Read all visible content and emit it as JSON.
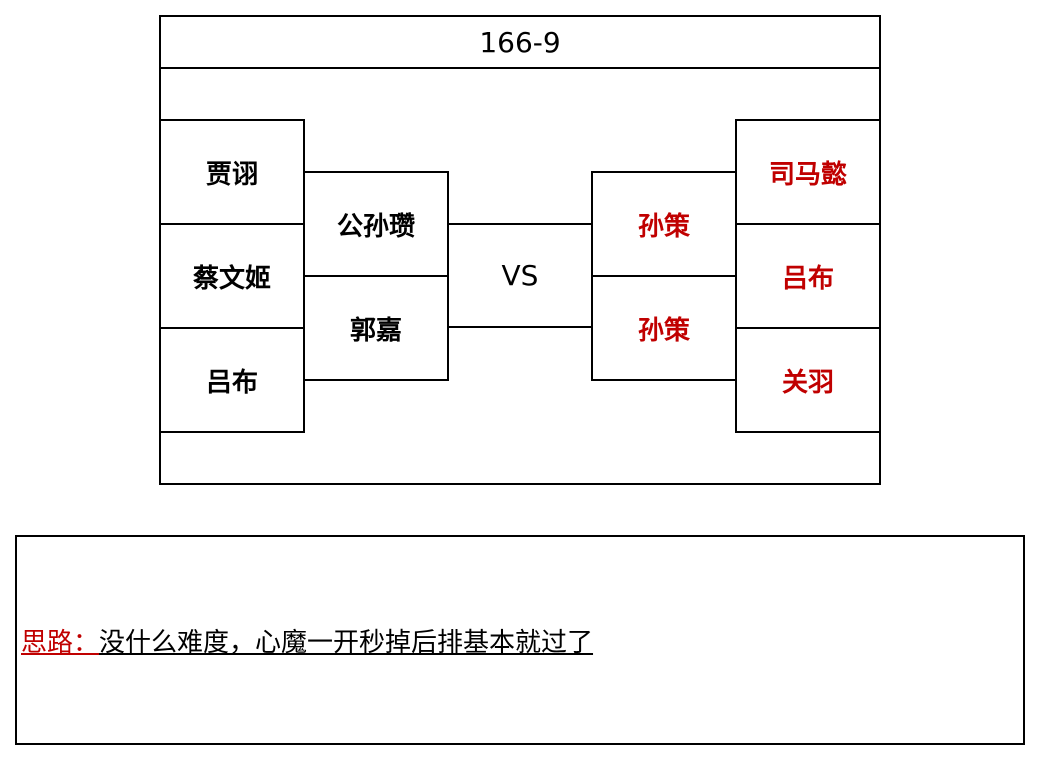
{
  "lineup": {
    "title": "166-9",
    "vs": "VS",
    "left": {
      "back": [
        "贾诩",
        "蔡文姬",
        "吕布"
      ],
      "front": [
        "公孙瓒",
        "郭嘉"
      ]
    },
    "right": {
      "front": [
        "孙策",
        "孙策"
      ],
      "back": [
        "司马懿",
        "吕布",
        "关羽"
      ]
    },
    "colors": {
      "player": "#000000",
      "enemy": "#c00000"
    }
  },
  "note": {
    "label": "思路：",
    "text": "没什么难度，心魔一开秒掉后排基本就过了",
    "label_color": "#c00000"
  }
}
